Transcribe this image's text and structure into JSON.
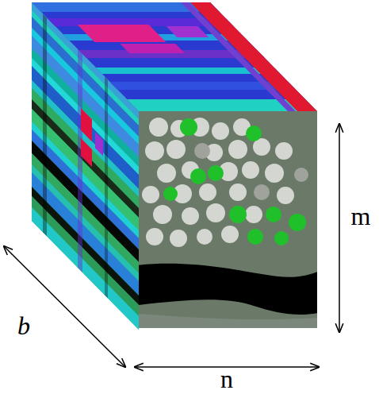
{
  "diagram": {
    "labels": [
      "b",
      "m",
      "n"
    ]
  }
}
